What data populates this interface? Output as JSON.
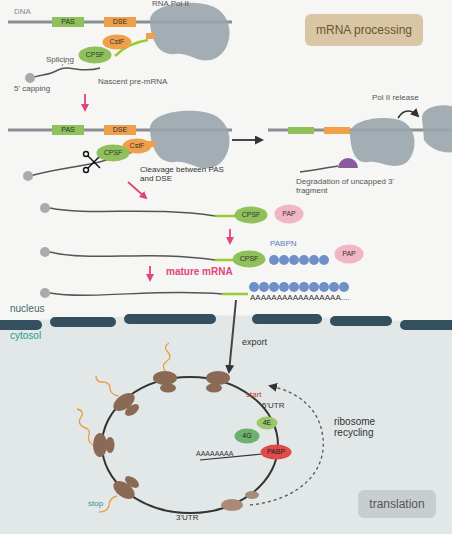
{
  "diagram": {
    "nodes": [
      {
        "text": [
          "mRNA processing"
        ]
      },
      {
        "text": [
          "PAS"
        ]
      },
      {
        "text": [
          "DSE"
        ]
      },
      {
        "text": [
          "CstF"
        ]
      },
      {
        "text": [
          "CPSF"
        ]
      },
      {
        "text": [
          "PAS"
        ]
      },
      {
        "text": [
          "DSE"
        ]
      },
      {
        "text": [
          "CstF"
        ]
      },
      {
        "text": [
          "CPSF"
        ]
      },
      {
        "text": [
          "CPSF"
        ]
      },
      {
        "text": [
          "PAP"
        ]
      },
      {
        "text": [
          "CPSF"
        ]
      },
      {
        "text": [
          "PAP"
        ]
      },
      {
        "text": [
          "4E"
        ]
      },
      {
        "text": [
          "4G"
        ]
      },
      {
        "text": [
          "PABP"
        ]
      },
      {
        "text": [
          "translation"
        ]
      }
    ],
    "labels": [
      "DNA",
      "RNA Pol II",
      "Splicing",
      "5' capping",
      "Nascent pre-mRNA",
      "Cleavage between PAS and DSE",
      "Pol II release",
      "Degradation of uncapped 3' fragment",
      "PABPN",
      "mature mRNA",
      "AAAAAAAAAAAAAAAAA....",
      "nucleus",
      "cytosol",
      "export",
      "start",
      "5'UTR",
      "AAAAAAAA",
      "stop",
      "3'UTR",
      "ribosome recycling"
    ]
  }
}
